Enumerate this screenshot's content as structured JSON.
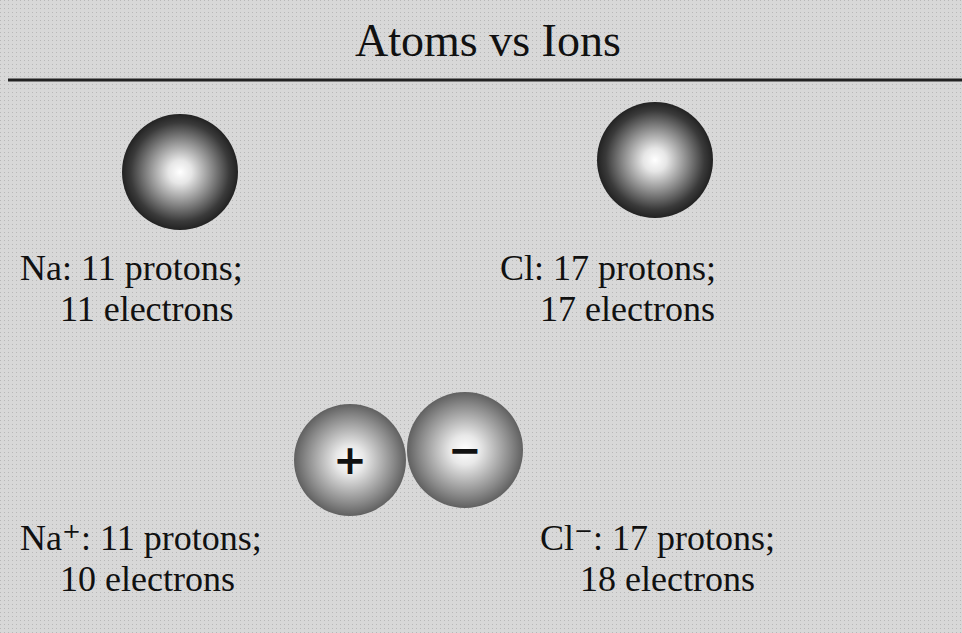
{
  "diagram": {
    "title": "Atoms vs Ions",
    "nodes": [
      {
        "text": [
          "+"
        ]
      },
      {
        "text": [
          "−"
        ]
      }
    ],
    "labels": [
      "Na: 11 protons; 11 electrons",
      "Cl: 17 protons; 17 electrons",
      "Na⁺: 11 protons; 10 electrons",
      "Cl⁻: 17 protons; 18 electrons"
    ]
  }
}
